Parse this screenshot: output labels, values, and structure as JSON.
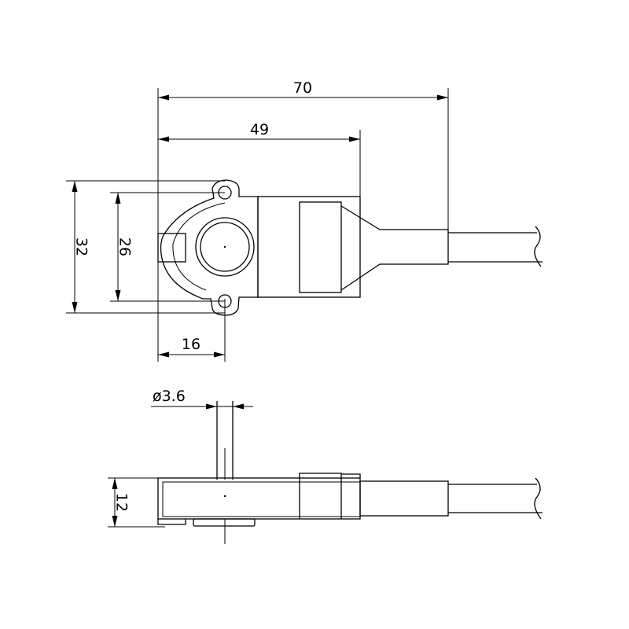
{
  "dimensions": {
    "overall_length": "70",
    "body_length": "49",
    "height_outer": "32",
    "height_holes": "26",
    "hole_offset": "16",
    "mount_hole_diameter": "ø3.6",
    "thickness": "12"
  }
}
